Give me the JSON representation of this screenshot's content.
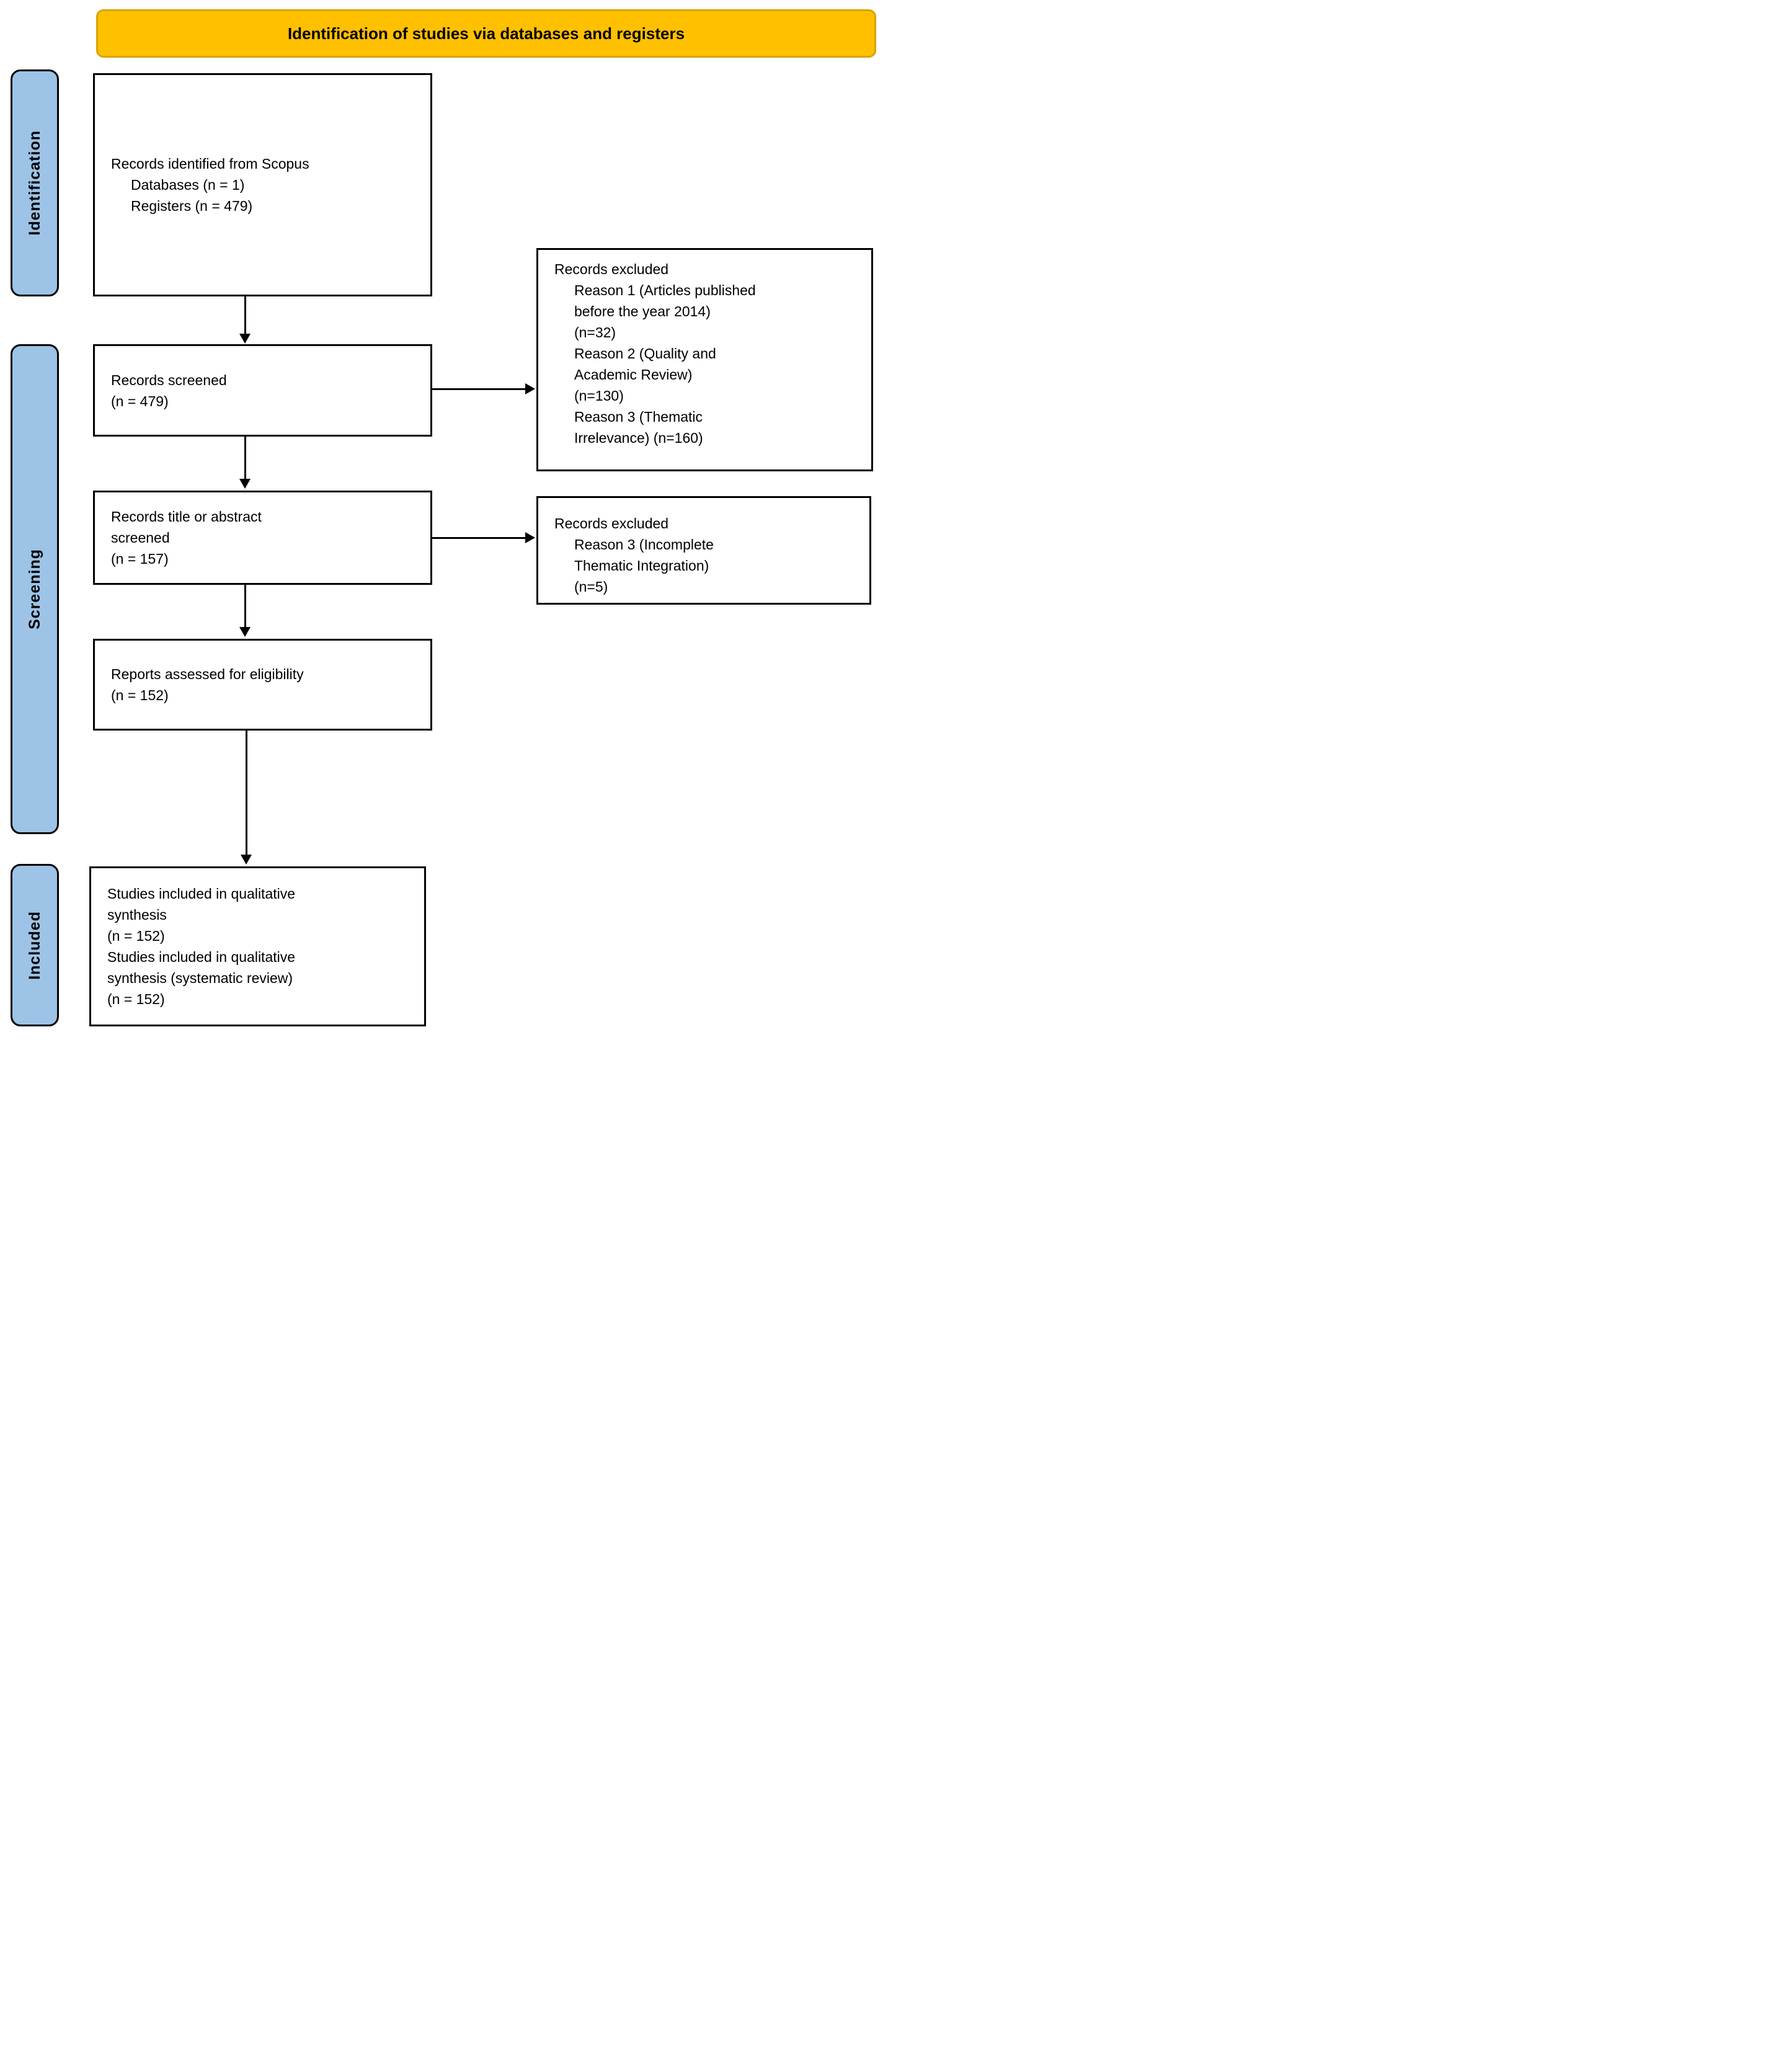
{
  "banner": {
    "title": "Identification of studies via databases and registers"
  },
  "stages": [
    {
      "id": "identification",
      "label": "Identification"
    },
    {
      "id": "screening",
      "label": "Screening"
    },
    {
      "id": "included",
      "label": "Included"
    }
  ],
  "boxes": {
    "identified": {
      "text": "Records identified from Scopus\n     Databases (n = 1)\n     Registers (n = 479)"
    },
    "screened": {
      "text": "Records screened\n(n = 479)"
    },
    "title_abstract": {
      "text": "Records title or abstract\nscreened\n(n = 157)"
    },
    "eligibility": {
      "text": "Reports assessed for eligibility\n(n = 152)"
    },
    "included": {
      "text": "Studies included in qualitative\nsynthesis\n(n = 152)\nStudies included in qualitative\nsynthesis (systematic review)\n(n = 152)"
    },
    "excluded1": {
      "text": "Records excluded\n     Reason 1 (Articles published\n     before the year 2014)\n     (n=32)\n     Reason 2 (Quality and\n     Academic Review)\n     (n=130)\n     Reason 3 (Thematic\n     Irrelevance) (n=160)"
    },
    "excluded2": {
      "text": "Records excluded\n     Reason 3 (Incomplete\n     Thematic Integration)\n     (n=5)"
    }
  },
  "theme": {
    "banner_bg": "#FFC000",
    "banner_border": "#D9A300",
    "stage_bg": "#9DC3E6",
    "stage_border": "#000000",
    "box_border": "#000000",
    "text_color": "#000000"
  }
}
